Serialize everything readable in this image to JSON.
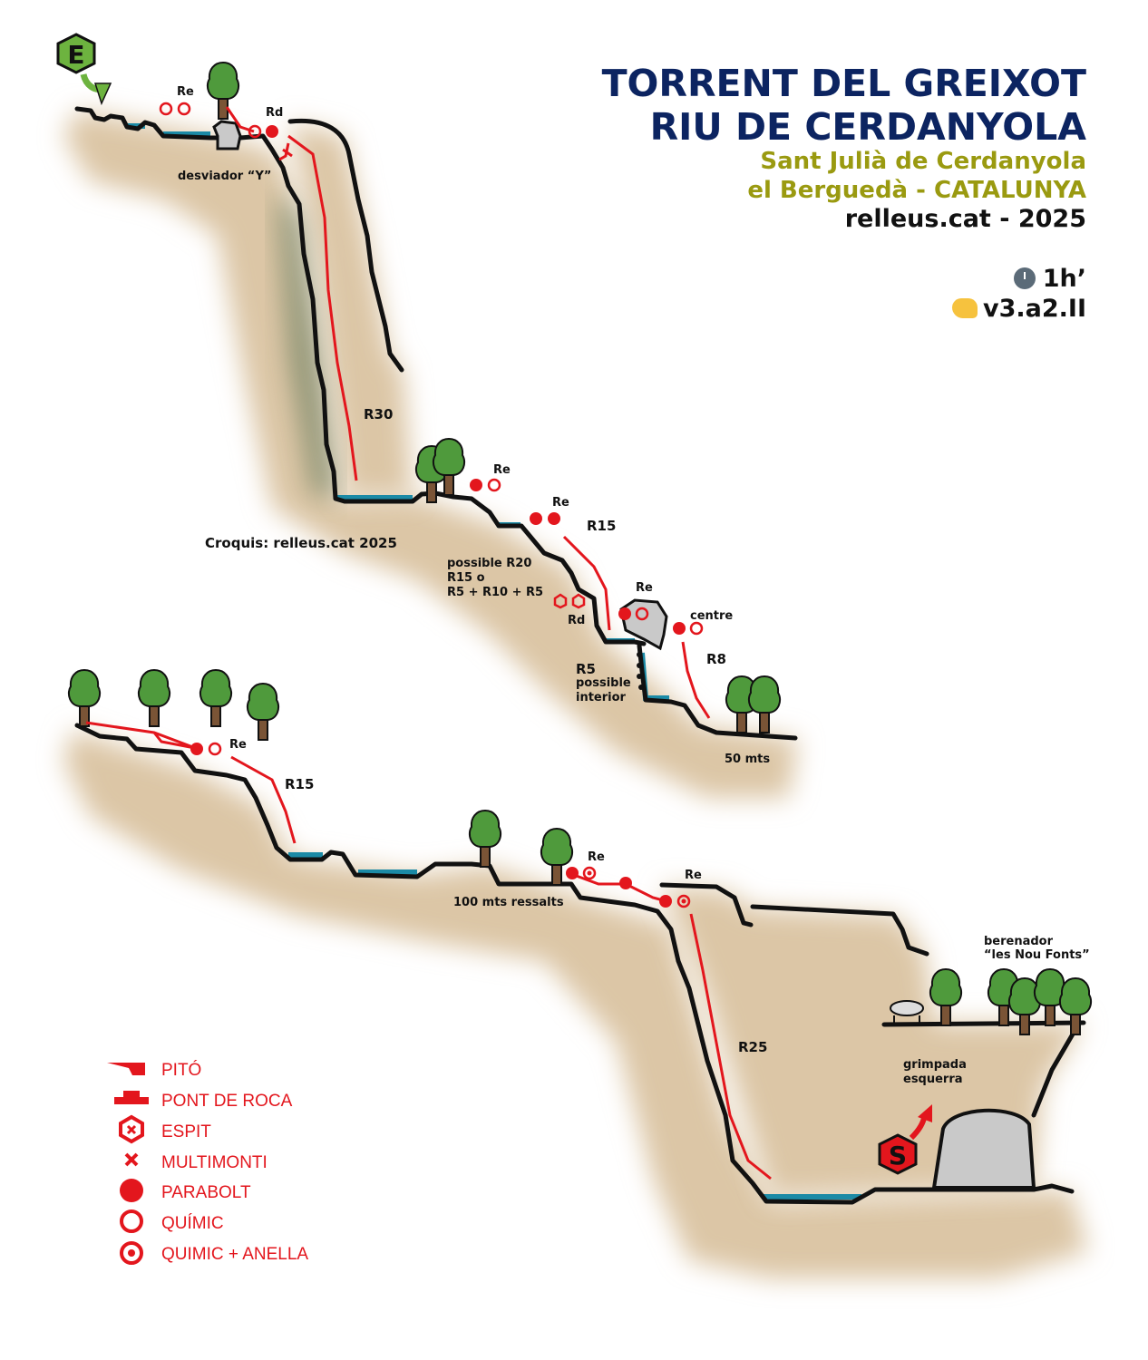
{
  "title": {
    "line1": "TORRENT DEL GREIXOT",
    "line2": "RIU DE CERDANYOLA"
  },
  "subtitle": {
    "line1": "Sant Julià de Cerdanyola",
    "line2": "el Berguedà - CATALUNYA"
  },
  "credit": "relleus.cat - 2025",
  "duration": {
    "icon": "clock-icon",
    "value": "1h’"
  },
  "grade": {
    "icon": "flexed-biceps-icon",
    "value": "v3.a2.II"
  },
  "entry_marker": "E",
  "exit_marker": "S",
  "sketch_credit": "Croquis: relleus.cat 2025",
  "labels": {
    "re1": "Re",
    "rd1": "Rd",
    "desviador": "desviador “Y”",
    "r30": "R30",
    "re2": "Re",
    "re3": "Re",
    "r15a": "R15",
    "possible1": "possible R20",
    "possible2": "R15 o",
    "possible3": "R5 + R10 + R5",
    "rd2": "Rd",
    "re4": "Re",
    "centre": "centre",
    "r8": "R8",
    "r5": "R5",
    "r5b": "possible",
    "r5c": "interior",
    "m50": "50 mts",
    "re5": "Re",
    "r15b": "R15",
    "m100": "100 mts ressalts",
    "re6": "Re",
    "re7": "Re",
    "r25": "R25",
    "berenador1": "berenador",
    "berenador2": "“les Nou Fonts”",
    "grimpada1": "grimpada",
    "grimpada2": "esquerra"
  },
  "legend": [
    {
      "icon": "piton-icon",
      "label": "PITÓ"
    },
    {
      "icon": "rock-bridge-icon",
      "label": "PONT DE ROCA"
    },
    {
      "icon": "spit-icon",
      "label": "ESPIT"
    },
    {
      "icon": "multimonti-icon",
      "label": "MULTIMONTI"
    },
    {
      "icon": "parabolt-icon",
      "label": "PARABOLT"
    },
    {
      "icon": "chemical-anchor-icon",
      "label": "QUÍMIC"
    },
    {
      "icon": "chemical-ring-icon",
      "label": "QUIMIC + ANELLA"
    }
  ],
  "colors": {
    "rock": "#dcc6a6",
    "water": "#1b8aa6",
    "anchor": "#e3161d",
    "title": "#0c2461",
    "subtitle": "#9a9a10",
    "tree": "#4f9a3c"
  }
}
